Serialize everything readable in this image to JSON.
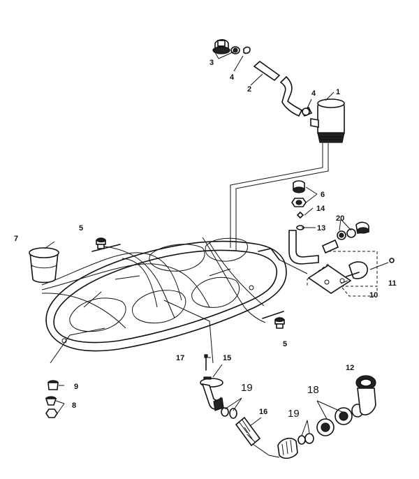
{
  "callouts": {
    "c1": "1",
    "c2": "2",
    "c3": "3",
    "c4a": "4",
    "c4b": "4",
    "c5a": "5",
    "c5b": "5",
    "c6": "6",
    "c7": "7",
    "c8": "8",
    "c9": "9",
    "c10": "10",
    "c11": "11",
    "c12": "12",
    "c13": "13",
    "c14": "14",
    "c15": "15",
    "c16": "16",
    "c17": "17",
    "c18": "18",
    "c19a": "19",
    "c19b": "19",
    "c20": "20"
  }
}
